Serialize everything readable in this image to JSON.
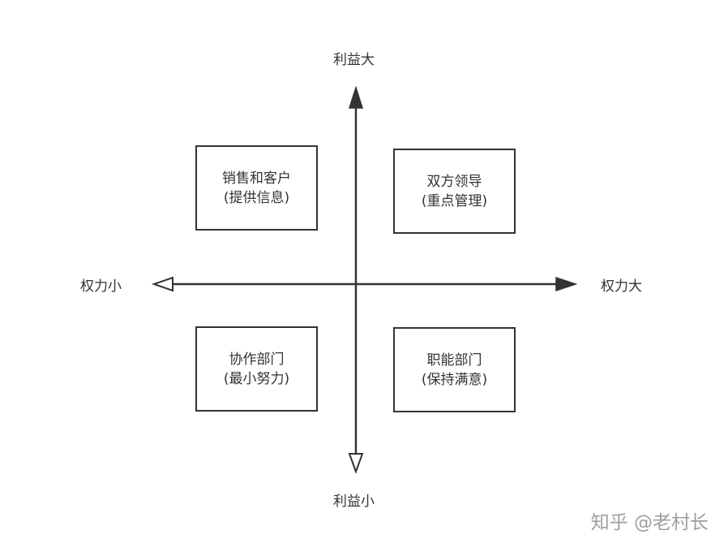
{
  "axes": {
    "top_label": "利益大",
    "bottom_label": "利益小",
    "left_label": "权力小",
    "right_label": "权力大"
  },
  "quadrants": {
    "top_left": {
      "title": "销售和客户",
      "subtitle": "(提供信息)"
    },
    "top_right": {
      "title": "双方领导",
      "subtitle": "(重点管理)"
    },
    "bottom_left": {
      "title": "协作部门",
      "subtitle": "(最小努力)"
    },
    "bottom_right": {
      "title": "职能部门",
      "subtitle": "(保持满意)"
    }
  },
  "watermark": "知乎 @老村长",
  "colors": {
    "line": "#333333",
    "text": "#333333",
    "watermark": "#9e9e9e",
    "background": "#ffffff"
  }
}
